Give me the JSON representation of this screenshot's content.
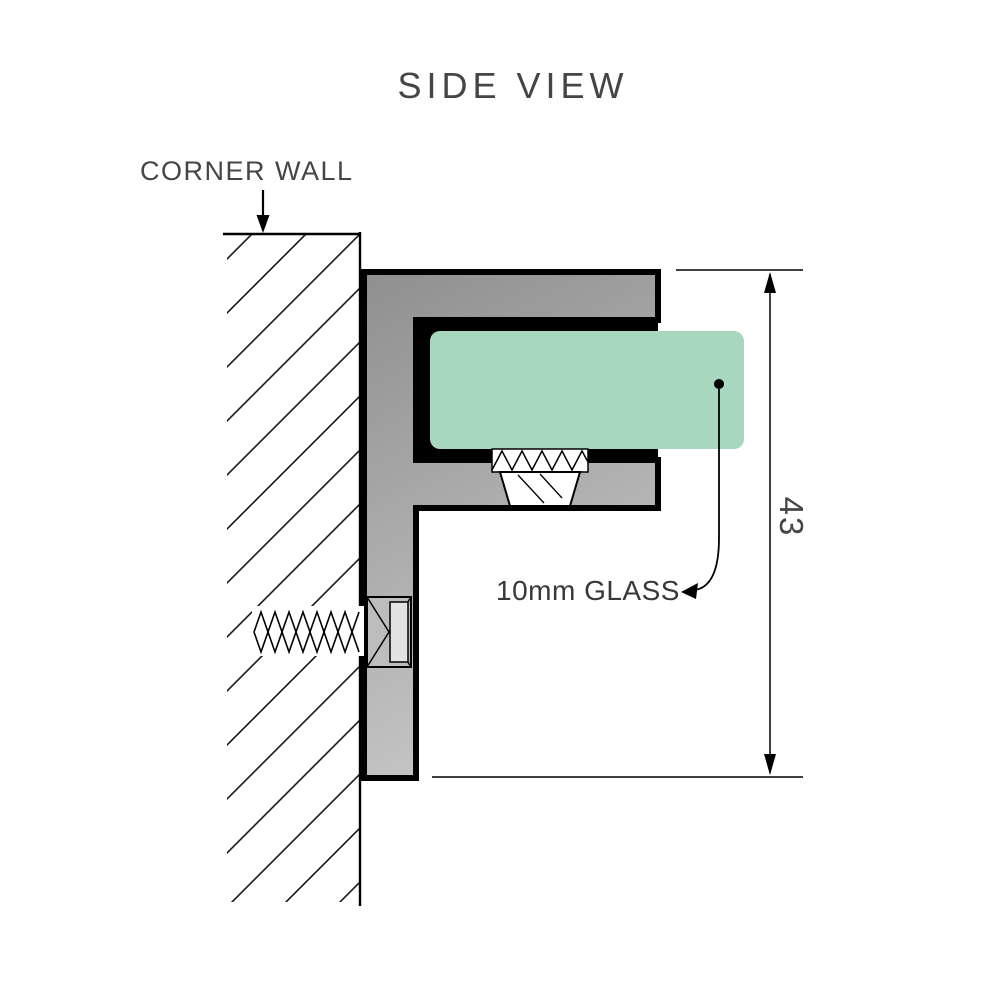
{
  "diagram": {
    "title": "SIDE VIEW",
    "labels": {
      "corner_wall": "CORNER WALL",
      "glass": "10mm GLASS",
      "dimension_height": "43"
    },
    "colors": {
      "glass_green": "#a7d8bd",
      "bracket_gray_dark": "#8f8f8f",
      "bracket_gray_light": "#c6c6c6",
      "outline_black": "#000000",
      "text_gray": "#454545"
    }
  }
}
